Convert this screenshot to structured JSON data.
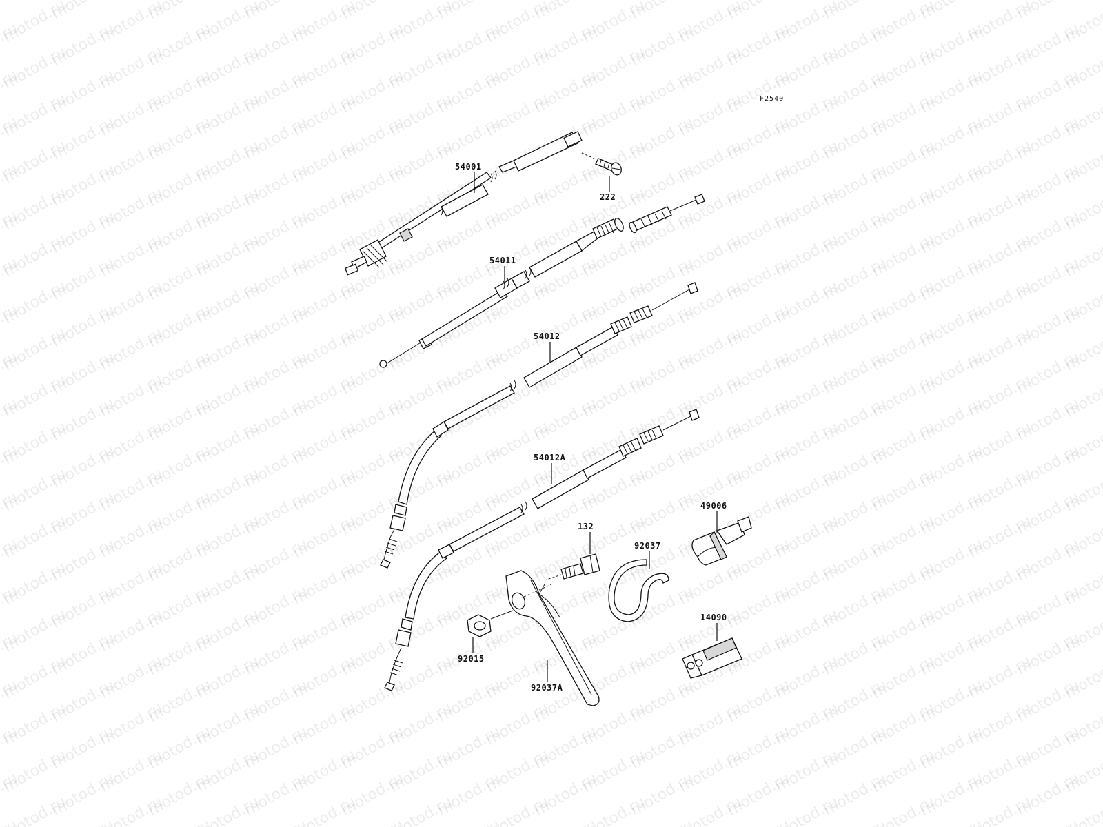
{
  "watermark": "motod.ru",
  "figure_code": "F2540",
  "parts": [
    {
      "key": "speedo_cable",
      "label": "54001"
    },
    {
      "key": "screw_222",
      "label": "222"
    },
    {
      "key": "throttle_cable",
      "label": "54011"
    },
    {
      "key": "clutch_cable",
      "label": "54012"
    },
    {
      "key": "clutch_cable_alt",
      "label": "54012A"
    },
    {
      "key": "bolt",
      "label": "132"
    },
    {
      "key": "clamp",
      "label": "92037"
    },
    {
      "key": "grip_cover",
      "label": "49006"
    },
    {
      "key": "collar",
      "label": "92015"
    },
    {
      "key": "bracket",
      "label": "92037A"
    },
    {
      "key": "holder",
      "label": "14090"
    }
  ]
}
